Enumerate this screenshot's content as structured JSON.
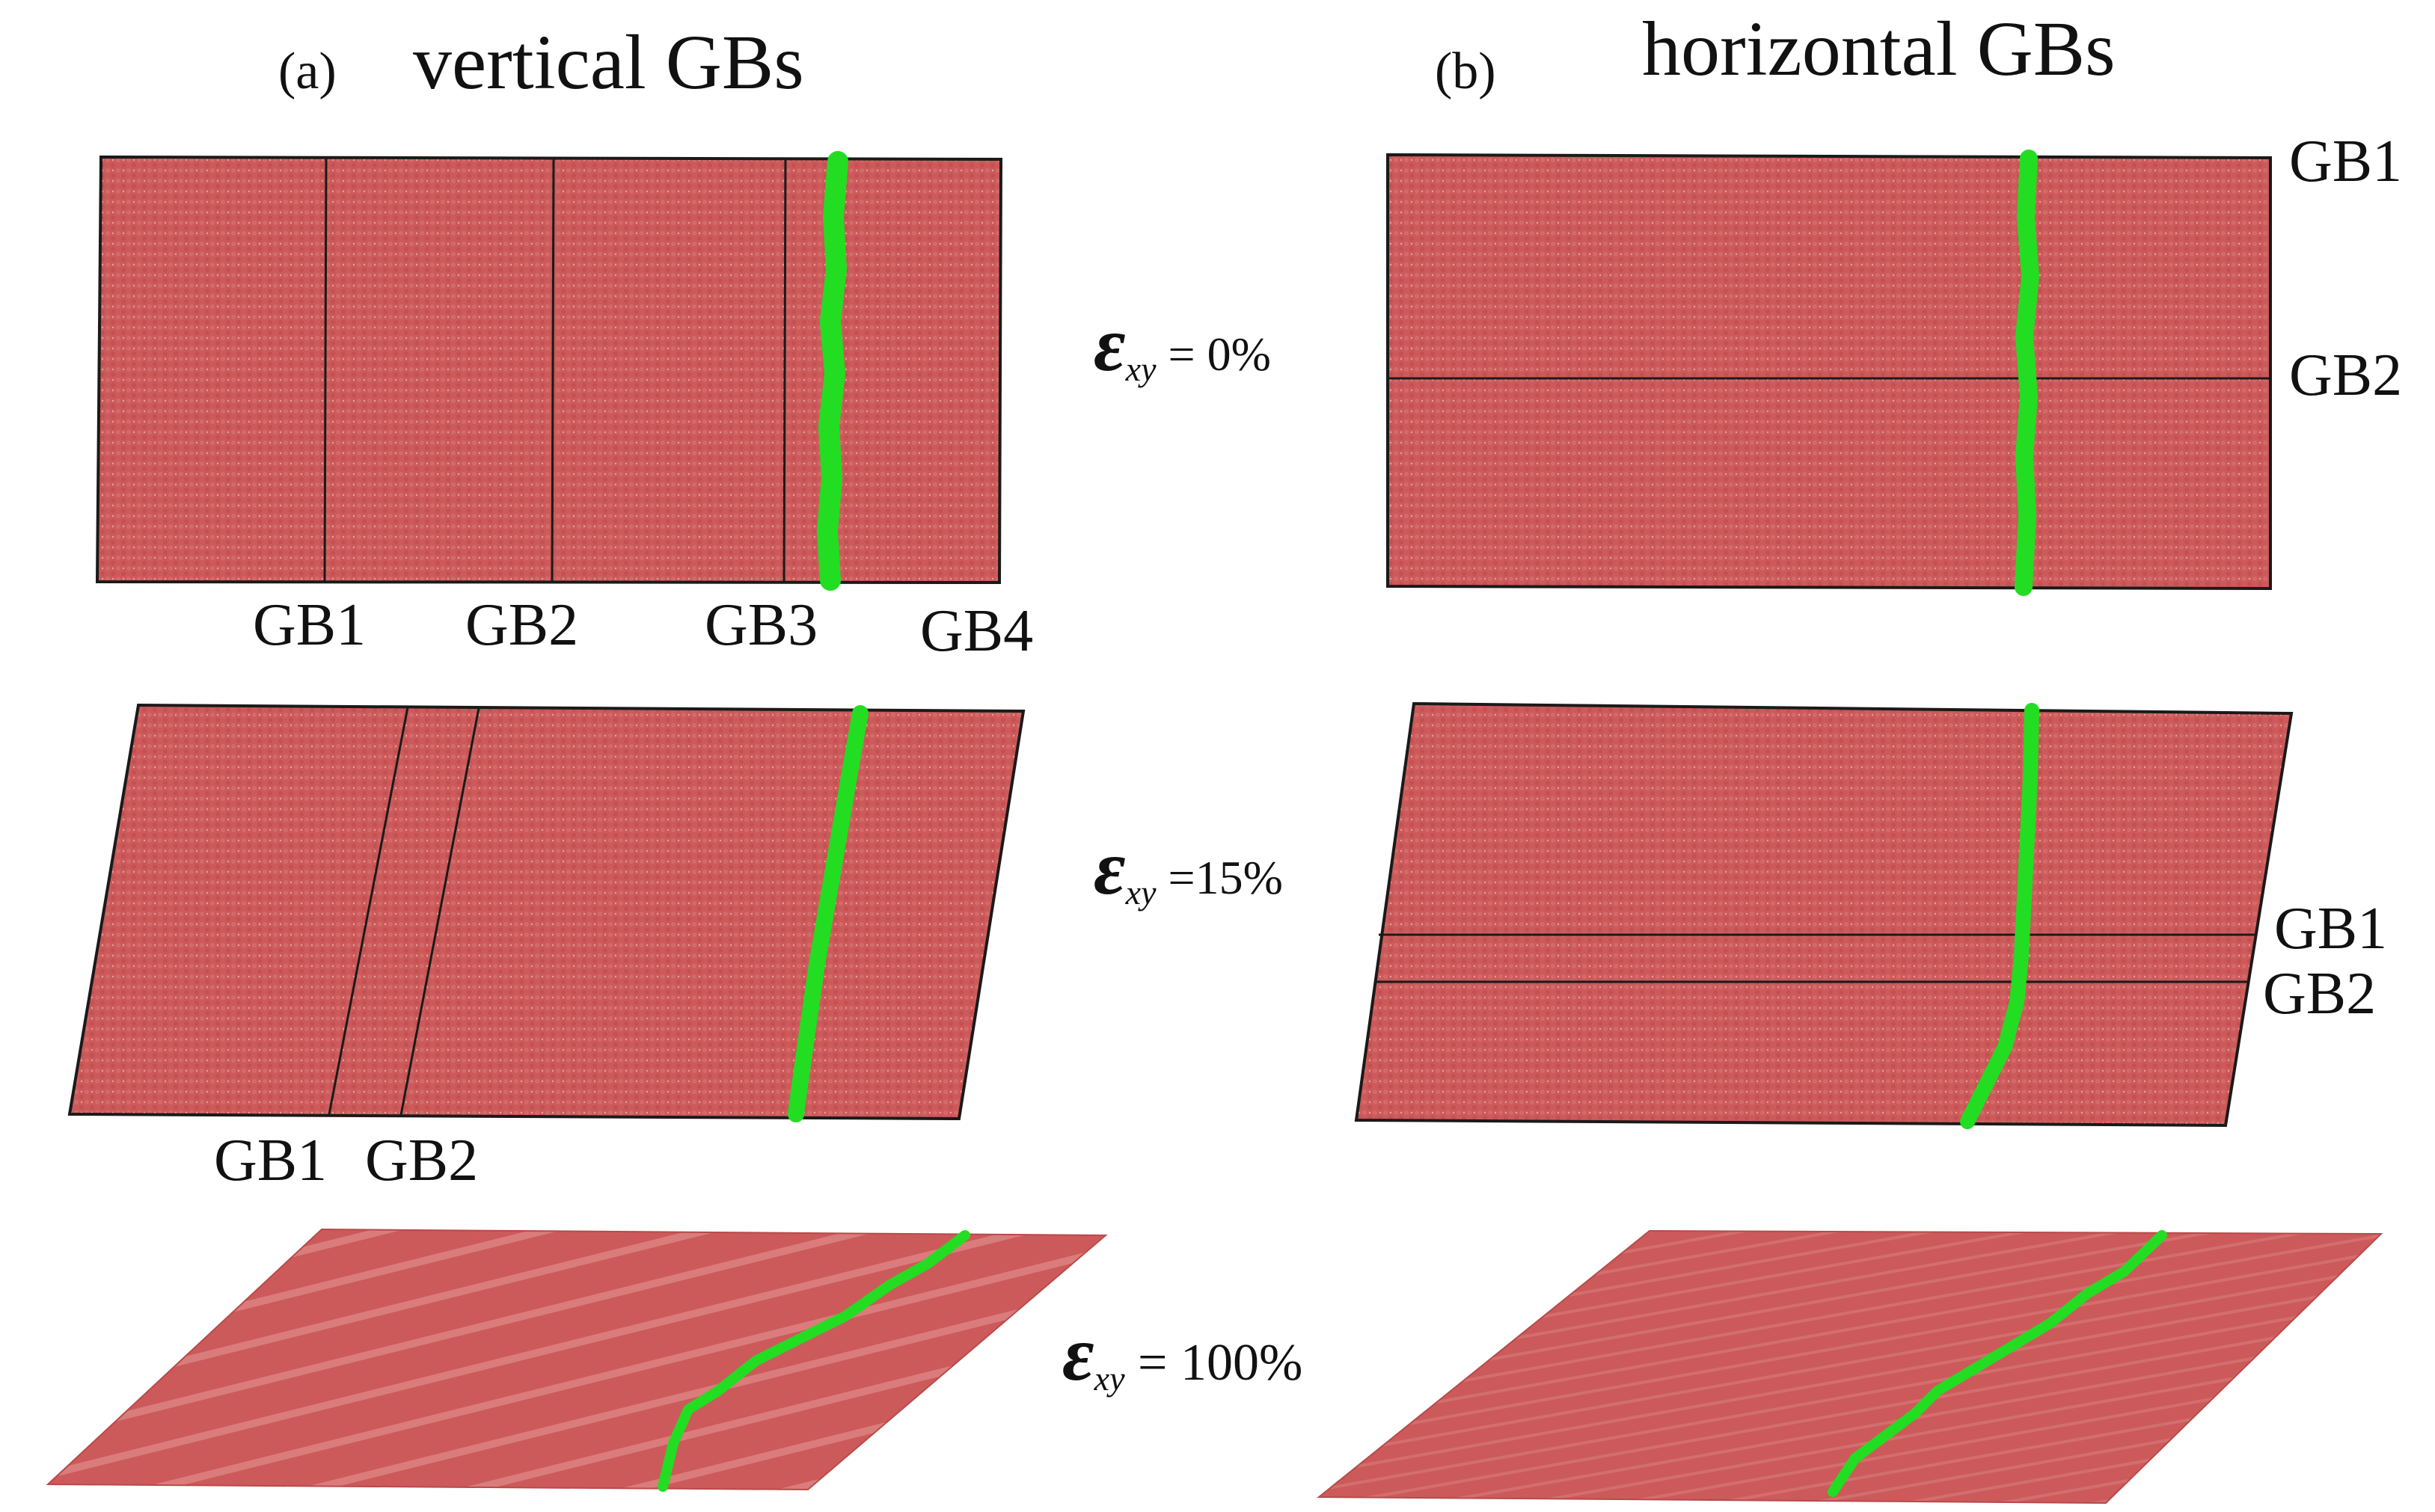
{
  "colors": {
    "atoms": "#cc5a5a",
    "atoms_light": "#e28c8c",
    "tracer": "#22dd22",
    "line": "#1a1a1a"
  },
  "columns": {
    "a": {
      "tag": "(a)",
      "title": "vertical GBs"
    },
    "b": {
      "tag": "(b)",
      "title": "horizontal GBs"
    }
  },
  "strains": {
    "s0": {
      "symbol": "ε",
      "sub": "xy",
      "value": " = 0%"
    },
    "s15": {
      "symbol": "ε",
      "sub": "xy",
      "value": " =15%"
    },
    "s100": {
      "symbol": "ε",
      "sub": "xy",
      "value": " =  100%"
    }
  },
  "labels": {
    "a0": [
      "GB1",
      "GB2",
      "GB3",
      "GB4"
    ],
    "a15": [
      "GB1",
      "GB2"
    ],
    "b0": [
      "GB1",
      "GB2"
    ],
    "b15": [
      "GB1",
      "GB2"
    ]
  }
}
